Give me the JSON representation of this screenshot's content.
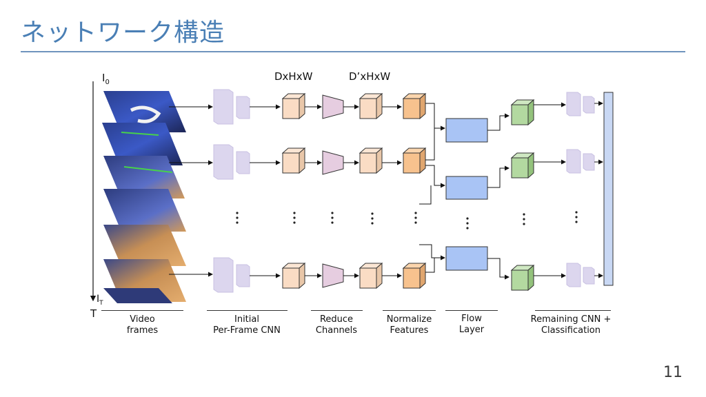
{
  "title": "ネットワーク構造",
  "page_number": "11",
  "dims": {
    "left": "DxHxW",
    "right": "D’xHxW"
  },
  "time_axis": {
    "start": "I",
    "start_sub": "0",
    "end": "I",
    "end_sub": "T",
    "label": "T"
  },
  "stages": [
    {
      "label": "Video\nframes"
    },
    {
      "label": "Initial\nPer-Frame CNN"
    },
    {
      "label": "Reduce\nChannels"
    },
    {
      "label": "Normalize\nFeatures"
    },
    {
      "label": "Flow\nLayer"
    },
    {
      "label": "Remaining CNN +\nClassification"
    }
  ],
  "colors": {
    "title": "#4a7fb5",
    "cnn_block": "#dcd6ee",
    "reduce_block": "#fadcc4",
    "trapezoid": "#e6cde0",
    "normalize_block": "#f7c28e",
    "flow_layer": "#a9c4f5",
    "remaining_block": "#b3d9a0",
    "classifier_bar": "#c9d8f4"
  }
}
